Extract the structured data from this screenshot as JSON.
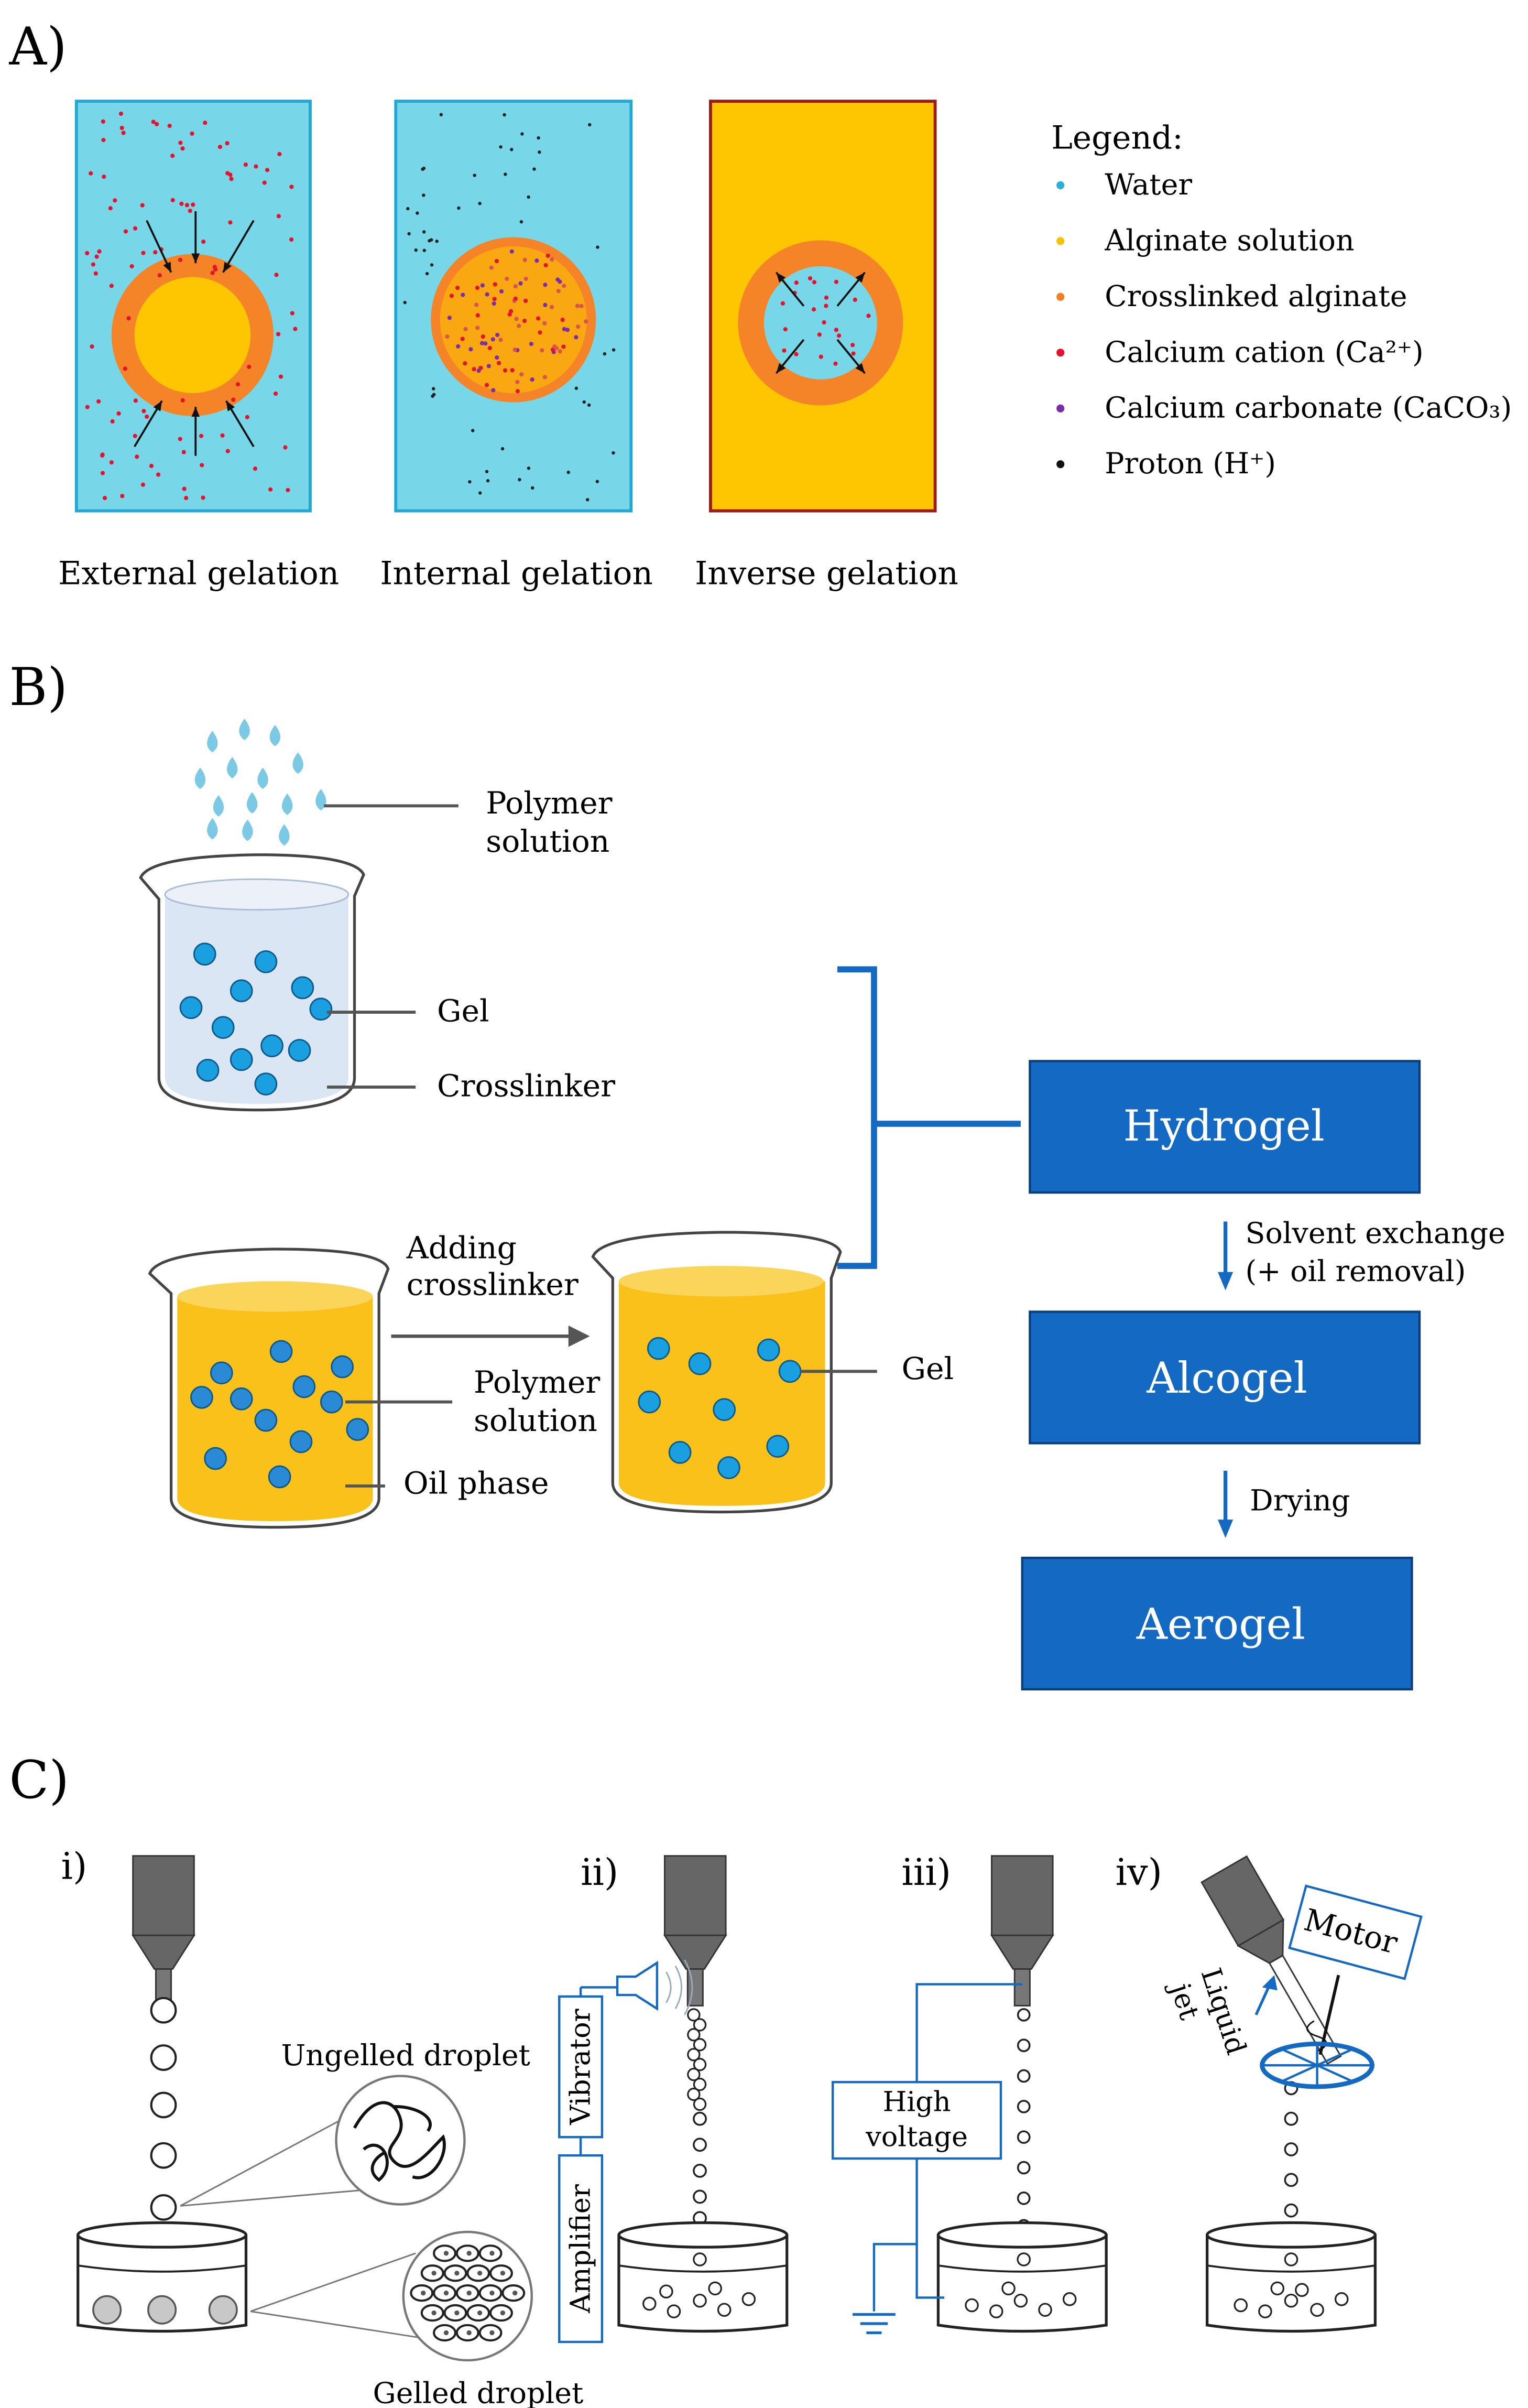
{
  "panel_labels": {
    "a": "A)",
    "b": "B)",
    "c": "C)"
  },
  "panel_a": {
    "captions": [
      "External gelation",
      "Internal gelation",
      "Inverse gelation"
    ],
    "legend_title": "Legend:",
    "legend_items": [
      {
        "label": "Water",
        "color": "#2bb0d8"
      },
      {
        "label": "Alginate solution",
        "color": "#f7c200"
      },
      {
        "label": "Crosslinked alginate",
        "color": "#f57e23"
      },
      {
        "label": "Calcium cation (Ca²⁺)",
        "color": "#e8102a"
      },
      {
        "label": "Calcium carbonate (CaCO₃)",
        "color": "#7b2fa6"
      },
      {
        "label": "Proton (H⁺)",
        "color": "#111111"
      }
    ],
    "colors": {
      "water": "#77d6e8",
      "water_border": "#23a8d4",
      "alginate": "#fdc600",
      "alginate_border": "#9b1b1b",
      "crosslinked": "#f58428"
    }
  },
  "panel_b": {
    "labels": {
      "polymer_solution_top": [
        "Polymer",
        "solution"
      ],
      "gel_top": "Gel",
      "crosslinker": "Crosslinker",
      "adding_crosslinker": [
        "Adding",
        "crosslinker"
      ],
      "polymer_solution_mid": [
        "Polymer",
        "solution"
      ],
      "oil_phase": "Oil phase",
      "gel_right": "Gel"
    },
    "flow": {
      "boxes": [
        "Hydrogel",
        "Alcogel",
        "Aerogel"
      ],
      "steps": [
        [
          "Solvent exchange",
          "(+ oil removal)"
        ],
        [
          "Drying"
        ]
      ]
    },
    "colors": {
      "box": "#1469c3",
      "bead": "#1aa0e0",
      "oil": "#f9c11a"
    }
  },
  "panel_c": {
    "sub_labels": [
      "i)",
      "ii)",
      "iii)",
      "iv)"
    ],
    "ungelled_droplet": "Ungelled droplet",
    "gelled_droplet": "Gelled droplet",
    "vibrator": "Vibrator",
    "amplifier": "Amplifier",
    "high_voltage": [
      "High",
      "voltage"
    ],
    "motor": "Motor",
    "liquid_jet": [
      "Liquid",
      "jet"
    ]
  }
}
